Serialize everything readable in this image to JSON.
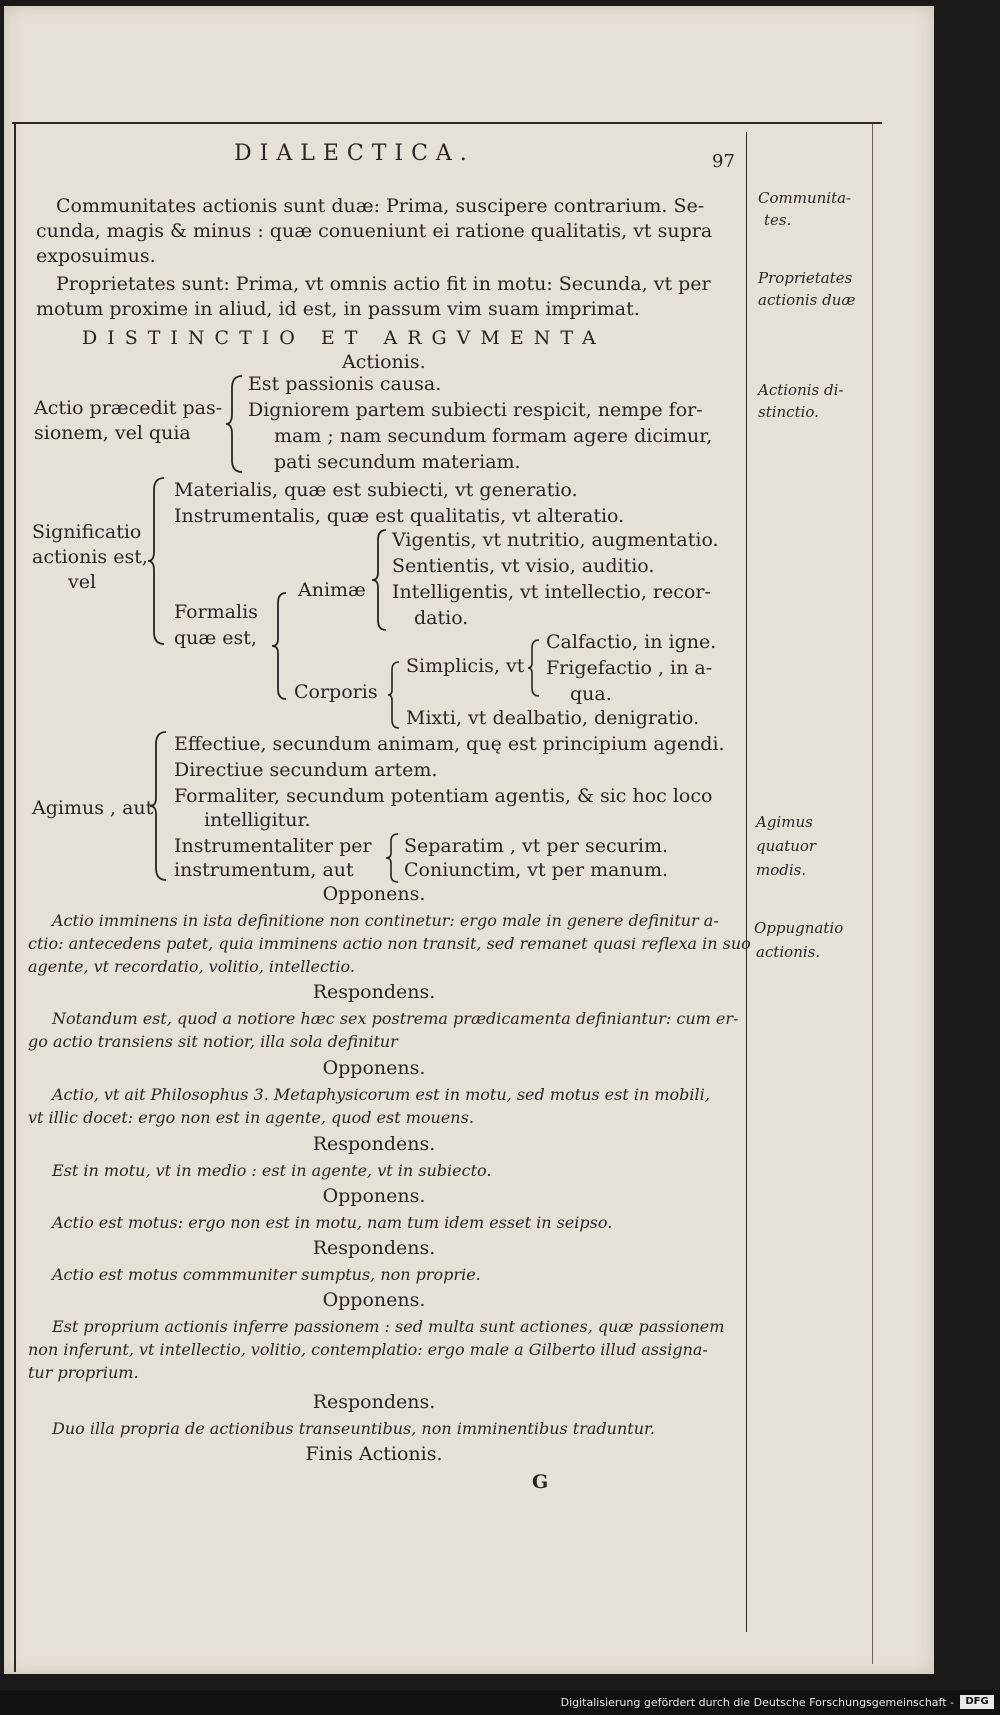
{
  "header": {
    "title": "DIALECTICA.",
    "page_number": "97"
  },
  "intro": {
    "p1": [
      "Communitates actionis sunt duæ: Prima, suscipere contrarium. Se-",
      "cunda, magis & minus : quæ conueniunt ei ratione qualitatis, vt supra",
      "exposuimus."
    ],
    "p2": [
      "Proprietates sunt: Prima, vt omnis actio fit in motu: Secunda, vt per",
      "motum proxime in aliud, id est, in passum vim suam imprimat."
    ]
  },
  "section": {
    "title": "DISTINCTIO ET ARGVMENTA",
    "subtitle": "Actionis."
  },
  "scheme1": {
    "label": [
      "Actio præcedit pas-",
      "sionem, vel quia"
    ],
    "items": [
      "Est passionis causa.",
      "Digniorem partem subiecti respicit, nempe for-",
      "mam ; nam secundum formam agere dicimur,",
      "pati secundum materiam."
    ]
  },
  "scheme2": {
    "label": [
      "Significatio",
      "actionis est,",
      "vel"
    ],
    "materialis": "Materialis, quæ est subiecti, vt generatio.",
    "instrumentalis": "Instrumentalis, quæ est qualitatis, vt alteratio.",
    "formalis": [
      "Formalis",
      "quæ est,"
    ],
    "animae": "Animæ",
    "animae_items": [
      "Vigentis, vt nutritio, augmentatio.",
      "Sentientis, vt visio, auditio.",
      "Intelligentis, vt intellectio, recor-",
      "datio."
    ],
    "corporis": "Corporis",
    "simplicis": "Simplicis, vt",
    "simplicis_items": [
      "Calfactio, in igne.",
      "Frigefactio , in a-",
      "qua."
    ],
    "mixti": "Mixti, vt dealbatio, denigratio."
  },
  "scheme3": {
    "label": "Agimus , aut",
    "items": [
      "Effectiue, secundum animam, quę est principium agendi.",
      "Directiue secundum artem.",
      "Formaliter, secundum potentiam agentis, & sic hoc loco",
      "intelligitur.",
      "Instrumentaliter per",
      "instrumentum, aut"
    ],
    "sub": [
      "Separatim , vt per securim.",
      "Coniunctim, vt per manum."
    ]
  },
  "dialogue": [
    {
      "role": "Opponens.",
      "lines": [
        "Actio imminens in ista definitione non continetur: ergo male in genere definitur a-",
        "ctio: antecedens patet, quia imminens actio non transit, sed remanet quasi reflexa in suo",
        "agente, vt recordatio, volitio, intellectio."
      ]
    },
    {
      "role": "Respondens.",
      "lines": [
        "Notandum est, quod a notiore hæc sex postrema prædicamenta definiantur: cum er-",
        "go actio transiens sit notior, illa sola definitur"
      ]
    },
    {
      "role": "Opponens.",
      "lines": [
        "Actio, vt ait Philosophus 3. Metaphysicorum est in motu, sed motus est in mobili,",
        "vt illic docet: ergo non est in agente, quod est mouens."
      ]
    },
    {
      "role": "Respondens.",
      "lines": [
        "Est in motu, vt in medio : est in agente, vt in subiecto."
      ]
    },
    {
      "role": "Opponens.",
      "lines": [
        "Actio est motus: ergo non est in motu, nam tum idem esset in seipso."
      ]
    },
    {
      "role": "Respondens.",
      "lines": [
        "Actio est motus commmuniter sumptus, non proprie."
      ]
    },
    {
      "role": "Opponens.",
      "lines": [
        "Est proprium actionis inferre passionem : sed multa sunt actiones, quæ passionem",
        "non inferunt, vt intellectio, volitio, contemplatio: ergo male a Gilberto illud assigna-",
        "tur proprium."
      ]
    },
    {
      "role": "Respondens.",
      "lines": [
        "Duo illa propria de actionibus transeuntibus, non imminentibus traduntur."
      ]
    }
  ],
  "finis": "Finis Actionis.",
  "signature": "G",
  "margin_notes": [
    [
      "Communita-",
      "tes."
    ],
    [
      "Proprietates",
      "actionis duæ"
    ],
    [
      "Actionis di-",
      "stinctio."
    ],
    [
      "Agimus",
      "quatuor",
      "modis."
    ],
    [
      "Oppugnatio",
      "actionis."
    ]
  ],
  "footer": {
    "text": "Digitalisierung gefördert durch die Deutsche Forschungsgemeinschaft -",
    "logo": "DFG"
  }
}
